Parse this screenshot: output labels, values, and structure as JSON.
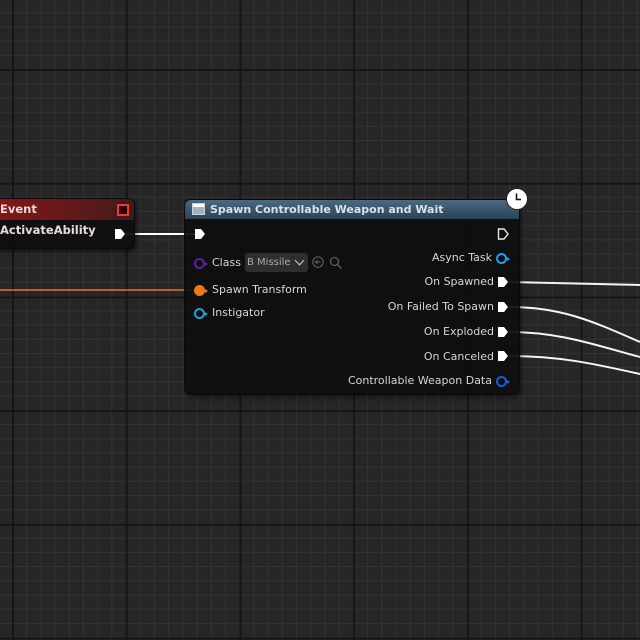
{
  "graph": {
    "background_color": "#262626",
    "grid": {
      "minor_color": "#333333",
      "major_color": "#151515"
    }
  },
  "event_node": {
    "title": "Event ActivateAbility",
    "header_color": "#8a1515",
    "delegate_icon": "delegate-square-icon",
    "outputs": [
      {
        "type": "exec",
        "icon": "exec-pin-icon"
      }
    ]
  },
  "spawn_node": {
    "title": "Spawn Controllable Weapon and Wait",
    "header_color": "#3a5568",
    "title_icon": "function-icon",
    "latent_icon": "clock-icon",
    "inputs": [
      {
        "label": "",
        "type": "exec"
      },
      {
        "label": "Class",
        "type": "class",
        "color": "#5a1fb0",
        "value": "B Missile"
      },
      {
        "label": "Spawn Transform",
        "type": "struct",
        "color": "#f07818"
      },
      {
        "label": "Instigator",
        "type": "object",
        "color": "#1aa0e8"
      }
    ],
    "outputs": [
      {
        "label": "",
        "type": "exec"
      },
      {
        "label": "Async Task",
        "type": "object",
        "color": "#1aa0e8"
      },
      {
        "label": "On Spawned",
        "type": "exec"
      },
      {
        "label": "On Failed To Spawn",
        "type": "exec"
      },
      {
        "label": "On Exploded",
        "type": "exec"
      },
      {
        "label": "On Canceled",
        "type": "exec"
      },
      {
        "label": "Controllable Weapon Data",
        "type": "struct",
        "color": "#1a5ae8"
      }
    ],
    "class_combo": {
      "value": "B Missile",
      "use_selected_icon": "arrow-left-circle-icon",
      "browse_icon": "search-icon"
    }
  },
  "wires": [
    {
      "from": "Event ActivateAbility.exec",
      "to": "Spawn Controllable Weapon and Wait.exec",
      "color": "#ffffff"
    },
    {
      "from": "offscreen",
      "to": "Spawn Transform",
      "color": "#f07818"
    },
    {
      "from": "On Spawned",
      "to": "offscreen",
      "color": "#ffffff"
    },
    {
      "from": "On Failed To Spawn",
      "to": "offscreen",
      "color": "#ffffff"
    },
    {
      "from": "On Exploded",
      "to": "offscreen",
      "color": "#ffffff"
    },
    {
      "from": "On Canceled",
      "to": "offscreen",
      "color": "#ffffff"
    }
  ]
}
